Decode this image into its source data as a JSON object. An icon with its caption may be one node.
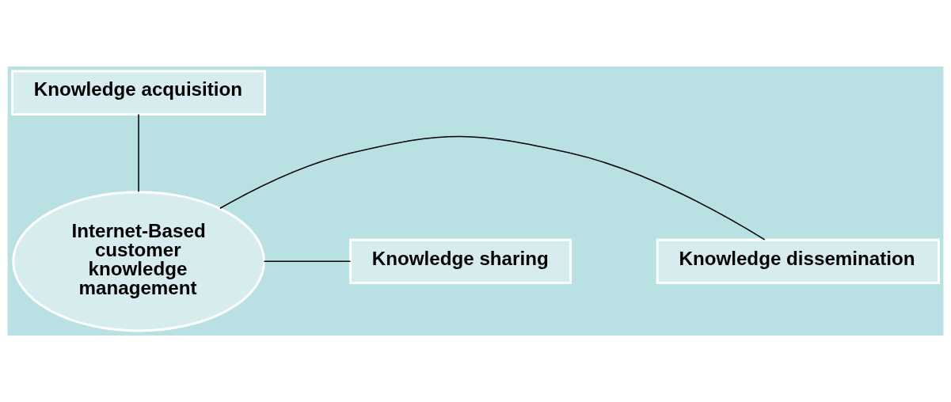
{
  "diagram": {
    "nodes": [
      {
        "text": [
          "Knowledge acquisition"
        ]
      },
      {
        "text": [
          "Knowledge dissemination"
        ]
      },
      {
        "text": [
          "Internet-Based customer knowledge management"
        ]
      },
      {
        "text": [
          "Knowledge sharing"
        ]
      }
    ],
    "edges": [
      {
        "from": 2,
        "to": 0,
        "arrow": "none"
      },
      {
        "from": 2,
        "to": 1,
        "arrow": "none"
      },
      {
        "from": 2,
        "to": 3,
        "arrow": "none"
      }
    ]
  }
}
